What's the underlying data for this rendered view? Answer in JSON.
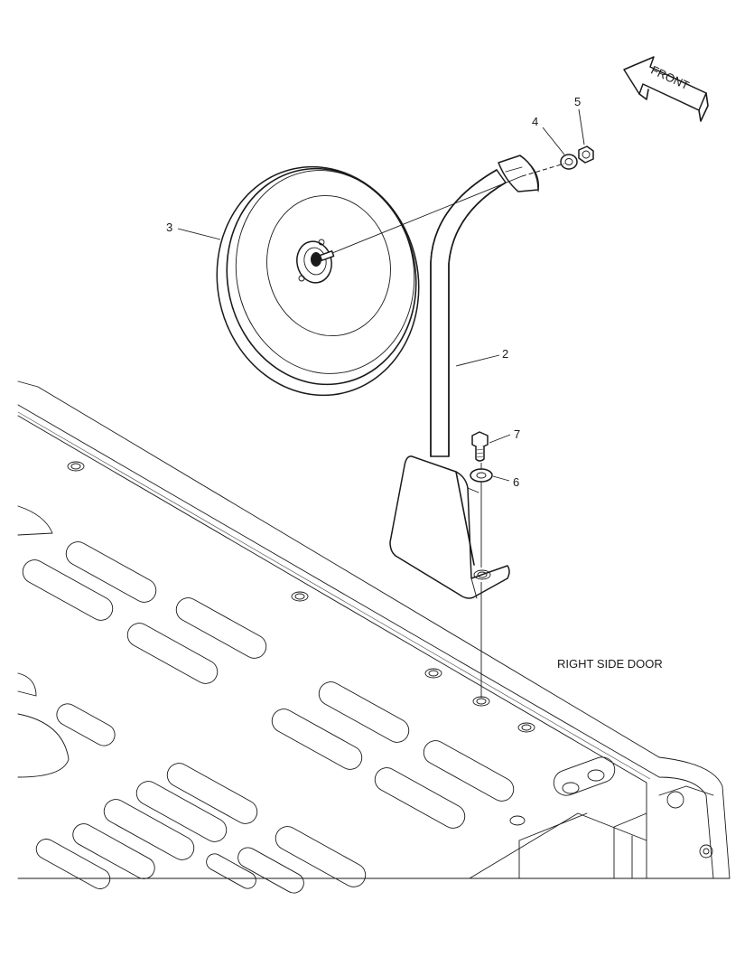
{
  "callouts": [
    {
      "id": "3",
      "label": "3"
    },
    {
      "id": "4",
      "label": "4"
    },
    {
      "id": "5",
      "label": "5"
    },
    {
      "id": "2",
      "label": "2"
    },
    {
      "id": "7",
      "label": "7"
    },
    {
      "id": "6",
      "label": "6"
    }
  ],
  "direction_arrow": {
    "label": "FRONT"
  },
  "location_label": "RIGHT SIDE DOOR",
  "colors": {
    "line": "#1a1a1a",
    "background": "#ffffff"
  }
}
